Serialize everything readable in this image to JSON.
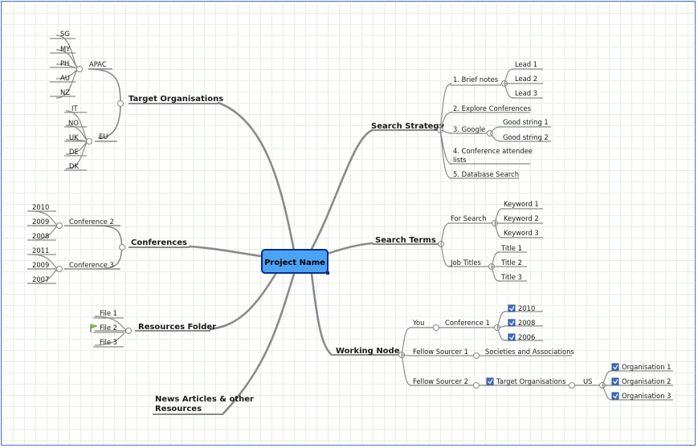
{
  "root": "Project Name",
  "target_organisations": {
    "label": "Target Organisations",
    "apac": {
      "label": "APAC",
      "items": [
        "SG",
        "MY",
        "PH",
        "AU",
        "NZ"
      ]
    },
    "eu": {
      "label": "EU",
      "items": [
        "IT",
        "NO",
        "UK",
        "DE",
        "DK"
      ]
    }
  },
  "conferences": {
    "label": "Conferences",
    "conf2": {
      "label": "Conference 2",
      "items": [
        "2010",
        "2009",
        "2008"
      ]
    },
    "conf3": {
      "label": "Conference 3",
      "items": [
        "2011",
        "2009",
        "2007"
      ]
    }
  },
  "resources_folder": {
    "label": "Resources Folder",
    "items": [
      "File 1",
      "File 2",
      "File 3"
    ]
  },
  "news": {
    "line1": "News Articles & other",
    "line2": "Resources"
  },
  "search_strategy": {
    "label": "Search Strategy",
    "brief": {
      "label": "1. Brief notes",
      "items": [
        "Lead 1",
        "Lead 2",
        "Lead 3"
      ]
    },
    "explore": "2. Explore Conferences",
    "google": {
      "label": "3. Google",
      "items": [
        "Good string 1",
        "Good string 2"
      ]
    },
    "attendee_line1": "4. Conference attendee",
    "attendee_line2": "lists",
    "database": "5. Database Search"
  },
  "search_terms": {
    "label": "Search Terms",
    "for_search": {
      "label": "For Search",
      "items": [
        "Keyword 1",
        "Keyword 2",
        "Keyword 3"
      ]
    },
    "job_titles": {
      "label": "Job Titles",
      "items": [
        "Title 1",
        "Title 2",
        "Title 3"
      ]
    }
  },
  "working_node": {
    "label": "Working Node",
    "you": "You",
    "conference1": {
      "label": "Conference 1",
      "items": [
        "2010",
        "2008",
        "2006"
      ]
    },
    "fellow1": "Fellow Sourcer 1",
    "societies": "Societies and Associations",
    "fellow2": "Fellow Sourcer 2",
    "target_orgs": "Target Organisations",
    "us": "US",
    "orgs": [
      "Organisation 1",
      "Organisation 2",
      "Organisation 3"
    ]
  },
  "colors": {
    "root_fill": "#4aa3f5",
    "root_border": "#0b2c88",
    "branch": "#8a8a8a",
    "grid": "#e6efe0",
    "frame": "#4a72c4",
    "flag": "#7cc43a",
    "checkbox": "#3d6fc4"
  }
}
